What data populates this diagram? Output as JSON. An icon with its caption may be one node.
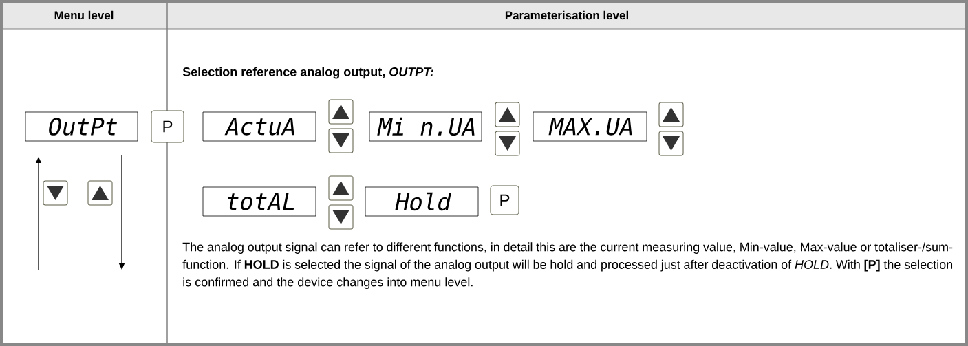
{
  "diagram": {
    "nodes": [
      {
        "text": [
          "OutPt"
        ]
      },
      {
        "text": [
          "P"
        ]
      },
      {
        "text": [
          "ActuA"
        ]
      },
      {
        "text": [
          "Mi n.UA"
        ]
      },
      {
        "text": [
          "MAX.UA"
        ]
      },
      {
        "text": [
          "totAL"
        ]
      },
      {
        "text": [
          "Hold"
        ]
      },
      {
        "text": [
          "P"
        ]
      }
    ],
    "labels": [
      "Menu level",
      "Parameterisation level",
      "Selection reference analog output, *OUTPT:*",
      "The analog output signal can refer to different functions, in detail this are the current measuring value, Min-value, Max-value or totaliser-/sum-function. If **HOLD** is selected the signal of the analog output will be hold and processed just after deactivation of *HOLD*. With **[P]** the selection is confirmed and the device changes into menu level."
    ]
  }
}
